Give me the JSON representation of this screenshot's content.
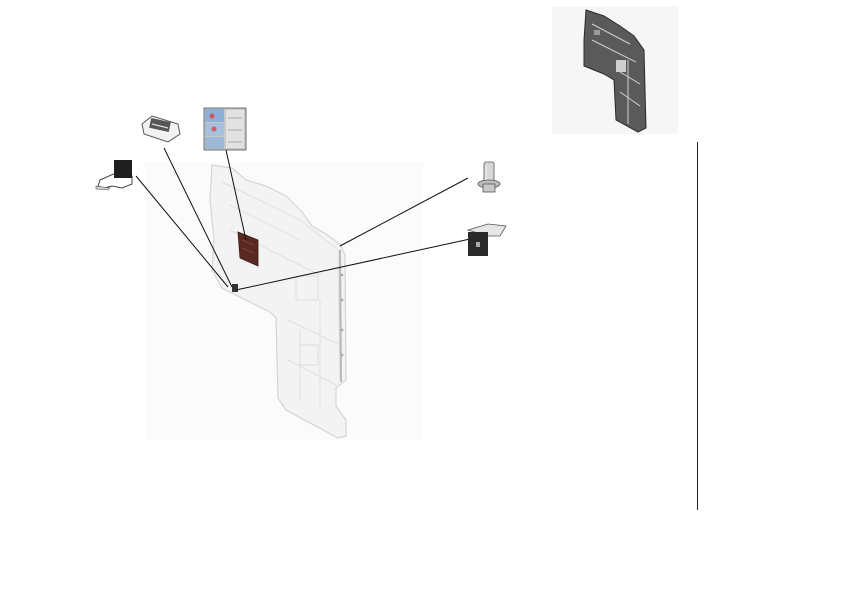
{
  "diagram": {
    "kind": "exploded-parts-view",
    "labels": [],
    "parts": [
      {
        "id": "main-panel",
        "name": "main-panel-ghosted"
      },
      {
        "id": "thumbnail",
        "name": "assembly-thumbnail"
      },
      {
        "id": "clip",
        "name": "u-clip"
      },
      {
        "id": "connector",
        "name": "connector-block"
      },
      {
        "id": "label",
        "name": "instruction-label"
      },
      {
        "id": "bolt",
        "name": "flange-bolt"
      },
      {
        "id": "bracket",
        "name": "l-bracket"
      }
    ],
    "colors": {
      "panel_fill": "#f4f4f4",
      "panel_edge": "#d6d6d6",
      "dark_part": "#2a2a2a",
      "label_highlight": "#5a2a22",
      "leader": "#111111"
    }
  }
}
